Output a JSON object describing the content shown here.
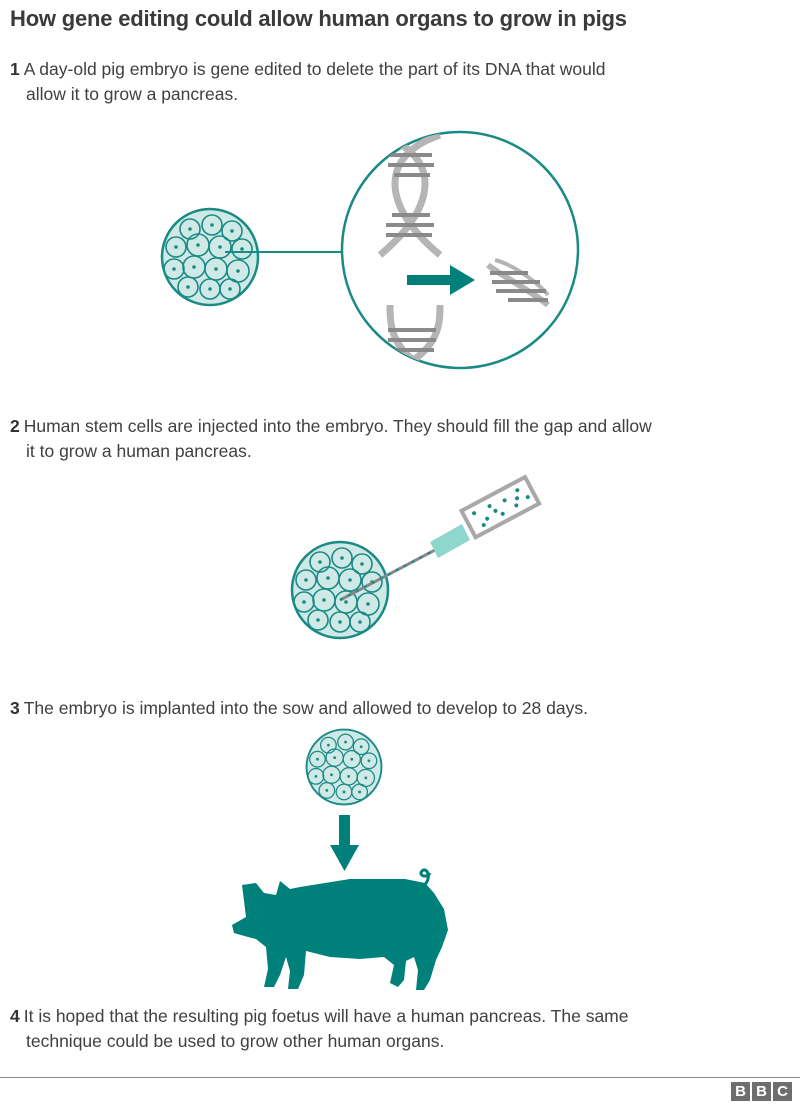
{
  "title": "How gene editing could allow human organs to grow in pigs",
  "steps": [
    {
      "number": "1",
      "line1": "A day-old pig embryo is gene edited to delete the part of its DNA that would",
      "line2": "allow it to grow a pancreas."
    },
    {
      "number": "2",
      "line1": "Human stem cells are injected into the embryo. They should fill the gap and allow",
      "line2": "it to grow a human pancreas."
    },
    {
      "number": "3",
      "line1": "The embryo is implanted into the sow and allowed to develop to 28 days.",
      "line2": ""
    },
    {
      "number": "4",
      "line1": "It is hoped that the resulting pig foetus will have a human pancreas. The same",
      "line2": "technique could be used to grow other human organs."
    }
  ],
  "illustrations": {
    "step1": [
      "embryo-icon",
      "magnifier-circle",
      "dna-helix-icon",
      "arrow-right-icon",
      "dna-fragment-icon"
    ],
    "step2": [
      "embryo-icon",
      "syringe-icon"
    ],
    "step3": [
      "embryo-icon",
      "arrow-down-icon",
      "pig-icon"
    ]
  },
  "colors": {
    "teal": "#00807a",
    "teal_light": "#cfe9e6",
    "grey": "#9a9a9a",
    "text": "#404040"
  },
  "logo": {
    "letters": [
      "B",
      "B",
      "C"
    ]
  }
}
